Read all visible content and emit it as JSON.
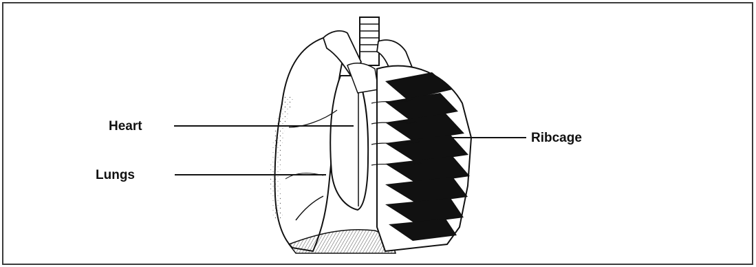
{
  "labels": {
    "heart": "Heart",
    "lungs": "Lungs",
    "ribcage": "Ribcage"
  },
  "colors": {
    "frame": "#3a3a3a",
    "ink": "#111111",
    "background": "#ffffff"
  }
}
